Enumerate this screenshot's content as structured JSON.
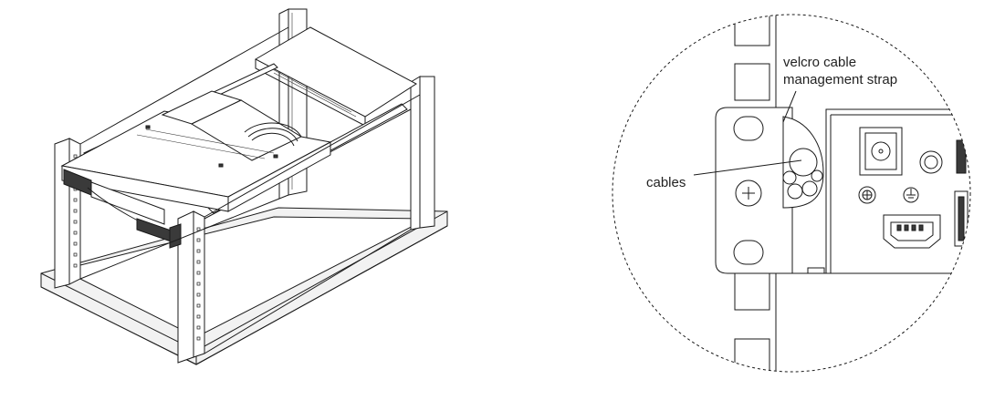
{
  "labels": {
    "strap_line1": "velcro cable",
    "strap_line2": "management strap",
    "cables": "cables"
  },
  "colors": {
    "line": "#1a1a1a",
    "dark_fill": "#3a3a3a",
    "light_fill": "#f2f2f2",
    "background": "#ffffff"
  }
}
